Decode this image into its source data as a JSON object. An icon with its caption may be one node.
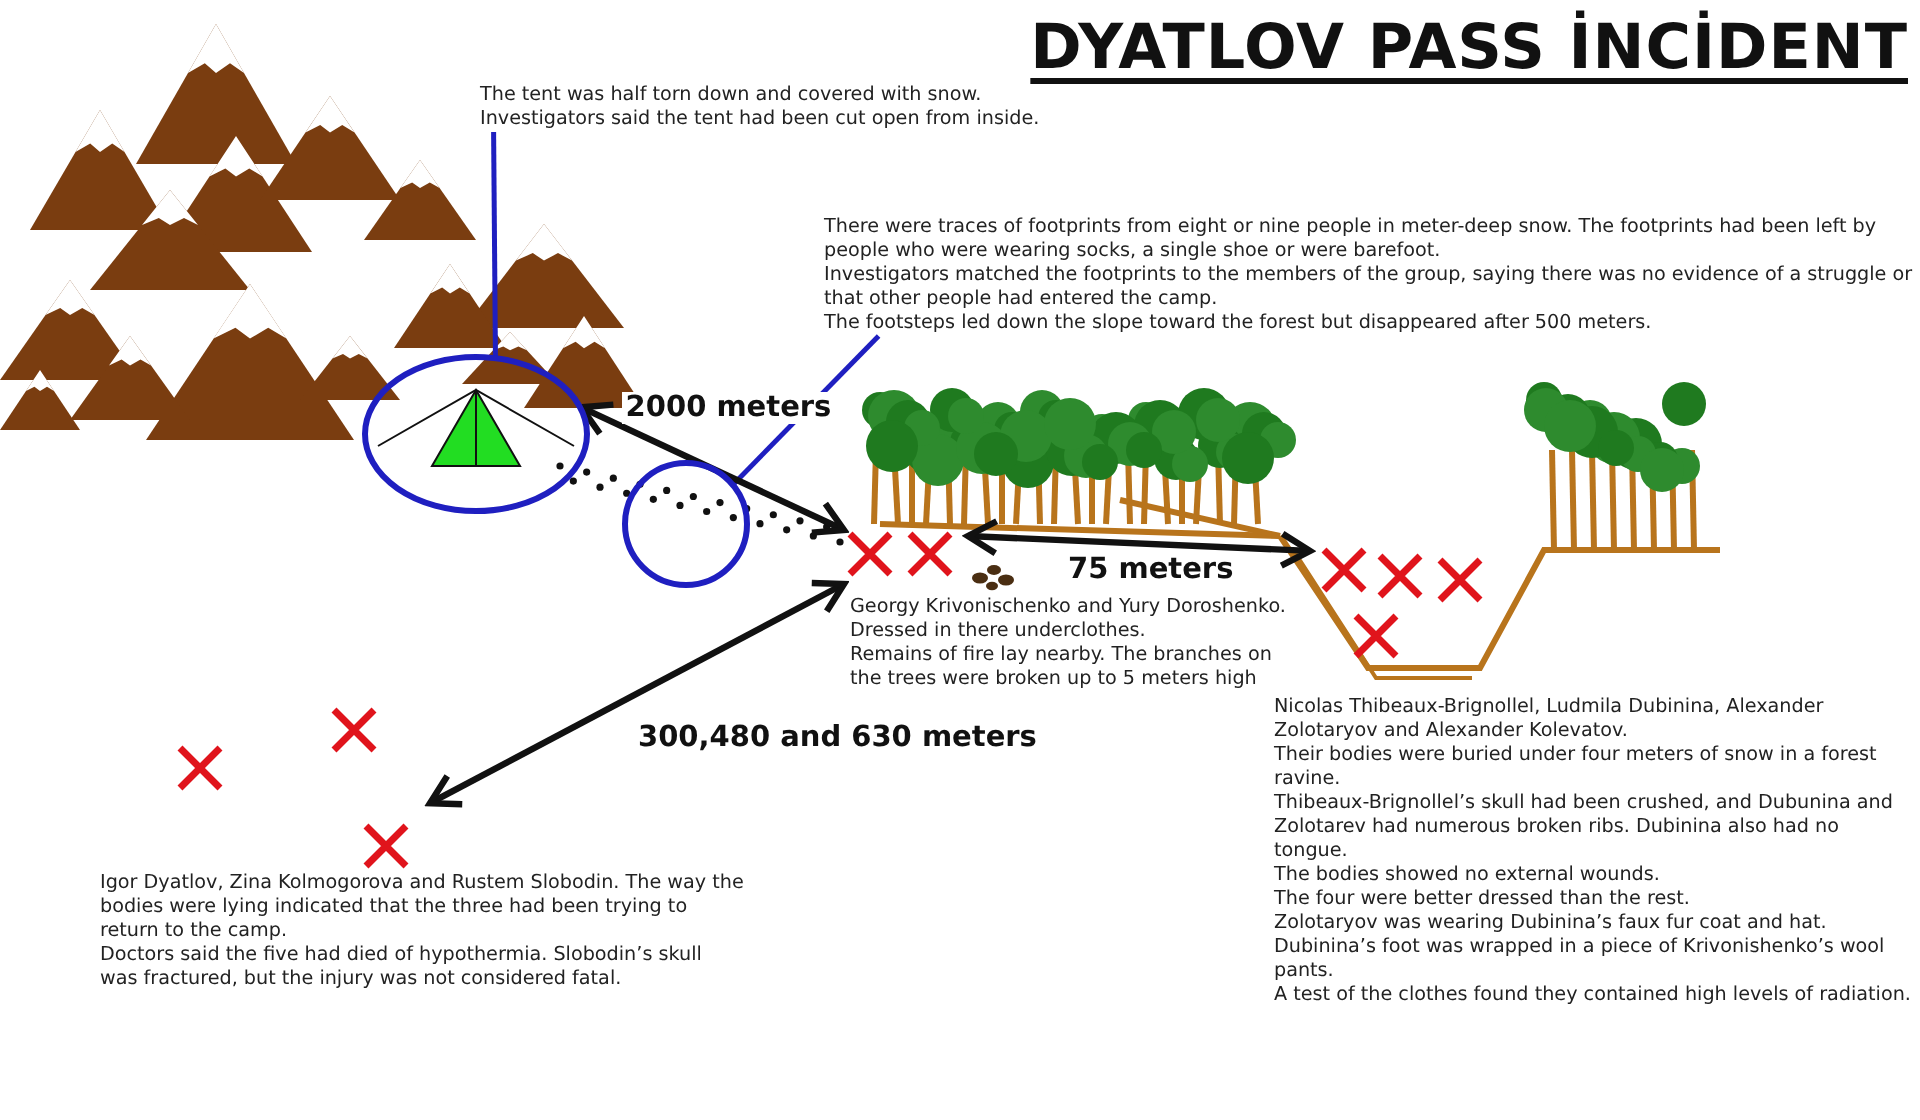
{
  "diagram": {
    "title": "DYATLOV PASS İNCİDENT",
    "nodes": [
      {
        "text": [],
        "shape": "circle"
      },
      {
        "text": [],
        "shape": "circle"
      },
      {
        "text": [
          "The tent was half torn down and covered with snow.",
          "Investigators said the tent had been cut open from inside."
        ]
      },
      {
        "text": [
          "There were traces of footprints from eight or nine people in meter-deep snow. The footprints had been left by people who were wearing socks, a single shoe or were barefoot.",
          "Investigators matched the footprints to the members of the group, saying there was no evidence of a struggle or that other people had entered the camp.",
          "The footsteps led down the slope toward the forest but disappeared after 500 meters."
        ]
      },
      {
        "text": [],
        "shape": "cross",
        "beside": [
          "Georgy Krivonischenko and Yury Doroshenko.",
          "Dressed in there underclothes.",
          "Remains of fire lay nearby. The branches on the trees were broken up to 5 meters high"
        ]
      },
      {
        "text": [],
        "shape": "cross",
        "beside": [
          "Nicolas Thibeaux-Brignollel, Ludmila Dubinina, Alexander Zolotaryov and Alexander Kolevatov.",
          "Their bodies were buried under four meters of snow in a forest ravine.",
          "Thibeaux-Brignollel’s skull had been crushed, and Dubunina and Zolotarev had numerous broken ribs. Dubinina also had no tongue.",
          "The bodies showed no external wounds.",
          "The four were better dressed than the rest.",
          "Zolotaryov was wearing Dubinina’s faux fur coat and hat.",
          "Dubinina’s foot was wrapped in a piece of Krivonishenko’s wool pants.",
          "A test of the clothes found they contained high levels of radiation."
        ]
      },
      {
        "text": [],
        "shape": "cross",
        "beside": [
          "Igor Dyatlov, Zina Kolmogorova and Rustem Slobodin. The way the bodies were lying indicated that the three had been trying to return to the camp.",
          "Doctors said the five had died of hypothermia. Slobodin’s skull was fractured, but the injury was not considered fatal."
        ]
      }
    ],
    "edges": [
      {
        "from": 2,
        "to": 0,
        "arrow": "none",
        "color": "#1f1fc0"
      },
      {
        "from": 3,
        "to": 1,
        "arrow": "none",
        "color": "#1f1fc0"
      },
      {
        "from": 0,
        "to": 4,
        "arrow": "both",
        "label": "2000 meters"
      },
      {
        "from": 4,
        "to": 5,
        "arrow": "both",
        "label": "75 meters"
      },
      {
        "from": 6,
        "to": 4,
        "arrow": "both",
        "label": "300,480 and 630 meters"
      }
    ]
  }
}
